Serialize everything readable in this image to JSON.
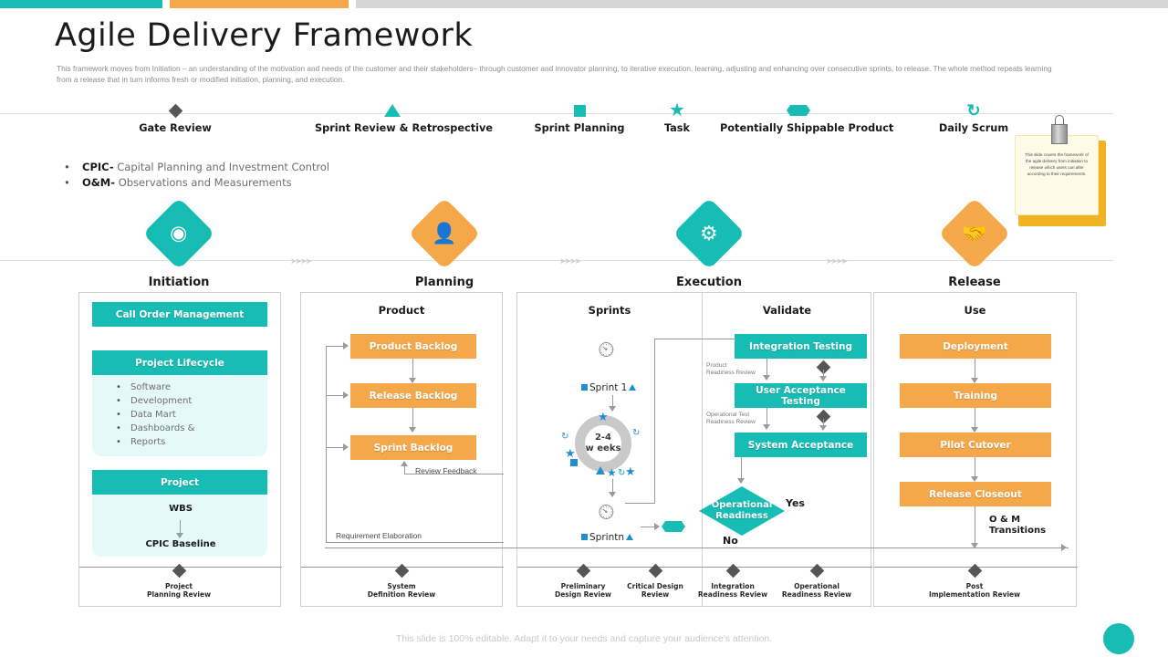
{
  "accents": {
    "teal": "#17bdb4",
    "orange": "#f5a84a",
    "grey": "#d6d6d6",
    "blue": "#1f8fd0"
  },
  "title": "Agile Delivery Framework",
  "subtitle": "This framework moves from Initiation – an understanding of the motivation and needs of the customer and their stakeholders– through customer and innovator planning, to iterative execution, learning, adjusting and enhancing over consecutive sprints, to release. The whole method repeats learning from a release that in turn informs fresh or modified initiation, planning, and execution.",
  "legend": [
    {
      "label": "Gate Review",
      "glyph": "diamond-icon"
    },
    {
      "label": "Sprint Review & Retrospective",
      "glyph": "triangle-icon"
    },
    {
      "label": "Sprint Planning",
      "glyph": "square-icon"
    },
    {
      "label": "Task",
      "glyph": "star-icon"
    },
    {
      "label": "Potentially Shippable Product",
      "glyph": "hexagon-icon"
    },
    {
      "label": "Daily Scrum",
      "glyph": "refresh-icon"
    }
  ],
  "bullets": [
    {
      "term": "CPIC-",
      "text": "Capital Planning and Investment Control"
    },
    {
      "term": "O&M-",
      "text": "Observations and Measurements"
    }
  ],
  "sticky_note": "This slide covers the framework of the agile delivery from initiation to release which users can alter according to their requirements.",
  "phases": [
    {
      "label": "Initiation",
      "color": "teal",
      "icon": "target-cycle-icon"
    },
    {
      "label": "Planning",
      "color": "orange",
      "icon": "person-plan-icon"
    },
    {
      "label": "Execution",
      "color": "teal",
      "icon": "workflow-gear-icon"
    },
    {
      "label": "Release",
      "color": "orange",
      "icon": "handoff-icon"
    }
  ],
  "initiation": {
    "call_order": "Call Order Management",
    "lifecycle_header": "Project Lifecycle",
    "lifecycle_items": [
      "Software",
      "Development",
      "Data Mart",
      "Dashboards &",
      "Reports"
    ],
    "project_header": "Project",
    "wbs": "WBS",
    "cpic_baseline": "CPIC Baseline"
  },
  "planning": {
    "head": "Product",
    "boxes": [
      "Product Backlog",
      "Release Backlog",
      "Sprint Backlog"
    ],
    "review_feedback": "Review Feedback",
    "requirement_elaboration": "Requirement Elaboration"
  },
  "execution": {
    "sprints_head": "Sprints",
    "validate_head": "Validate",
    "sprint_first": "Sprint 1",
    "sprint_n": "Sprintn",
    "cycle_line1": "2-4",
    "cycle_line2": "w eeks",
    "product_readiness": "Product\nReadiness  Review",
    "operational_test_readiness": "Operational  Test\nReadiness  Review",
    "boxes": [
      "Integration Testing",
      "User Acceptance Testing",
      "System Acceptance"
    ],
    "decision_line1": "Operational",
    "decision_line2": "Readiness",
    "yes": "Yes",
    "no": "No"
  },
  "release": {
    "head": "Use",
    "boxes": [
      "Deployment",
      "Training",
      "Pilot Cutover",
      "Release Closeout"
    ],
    "om_transitions_line1": "O & M",
    "om_transitions_line2": "Transitions"
  },
  "milestones": [
    {
      "line1": "Project",
      "line2": "Planning Review"
    },
    {
      "line1": "System",
      "line2": "Definition Review"
    },
    {
      "line1": "Preliminary",
      "line2": "Design Review"
    },
    {
      "line1": "Critical Design",
      "line2": "Review"
    },
    {
      "line1": "Integration",
      "line2": "Readiness Review"
    },
    {
      "line1": "Operational",
      "line2": "Readiness Review"
    },
    {
      "line1": "Post",
      "line2": "Implementation Review"
    }
  ],
  "footer": "This slide is 100% editable. Adapt it to your needs and capture your audience's attention."
}
